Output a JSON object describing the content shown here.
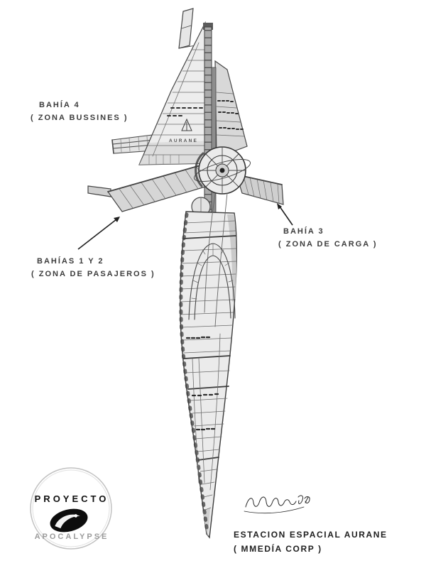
{
  "labels": {
    "bay4": {
      "title": "BAHÍA 4",
      "subtitle": "( ZONA BUSSINES )"
    },
    "bays12": {
      "title": "BAHÍAS 1 Y 2",
      "subtitle": "( ZONA DE PASAJEROS )"
    },
    "bay3": {
      "title": "BAHÍA 3",
      "subtitle": "( ZONA DE CARGA )"
    }
  },
  "station": {
    "hull_text": "AURANE"
  },
  "logo": {
    "title": "PROYECTO",
    "subtitle": "APOCALYPSE"
  },
  "caption": {
    "title": "ESTACION ESPACIAL AURANE",
    "subtitle": "( MMEDÍA CORP )"
  },
  "colors": {
    "pencil": "#4a4a4a",
    "paper": "#ffffff",
    "shade": "#c9c9c9"
  }
}
